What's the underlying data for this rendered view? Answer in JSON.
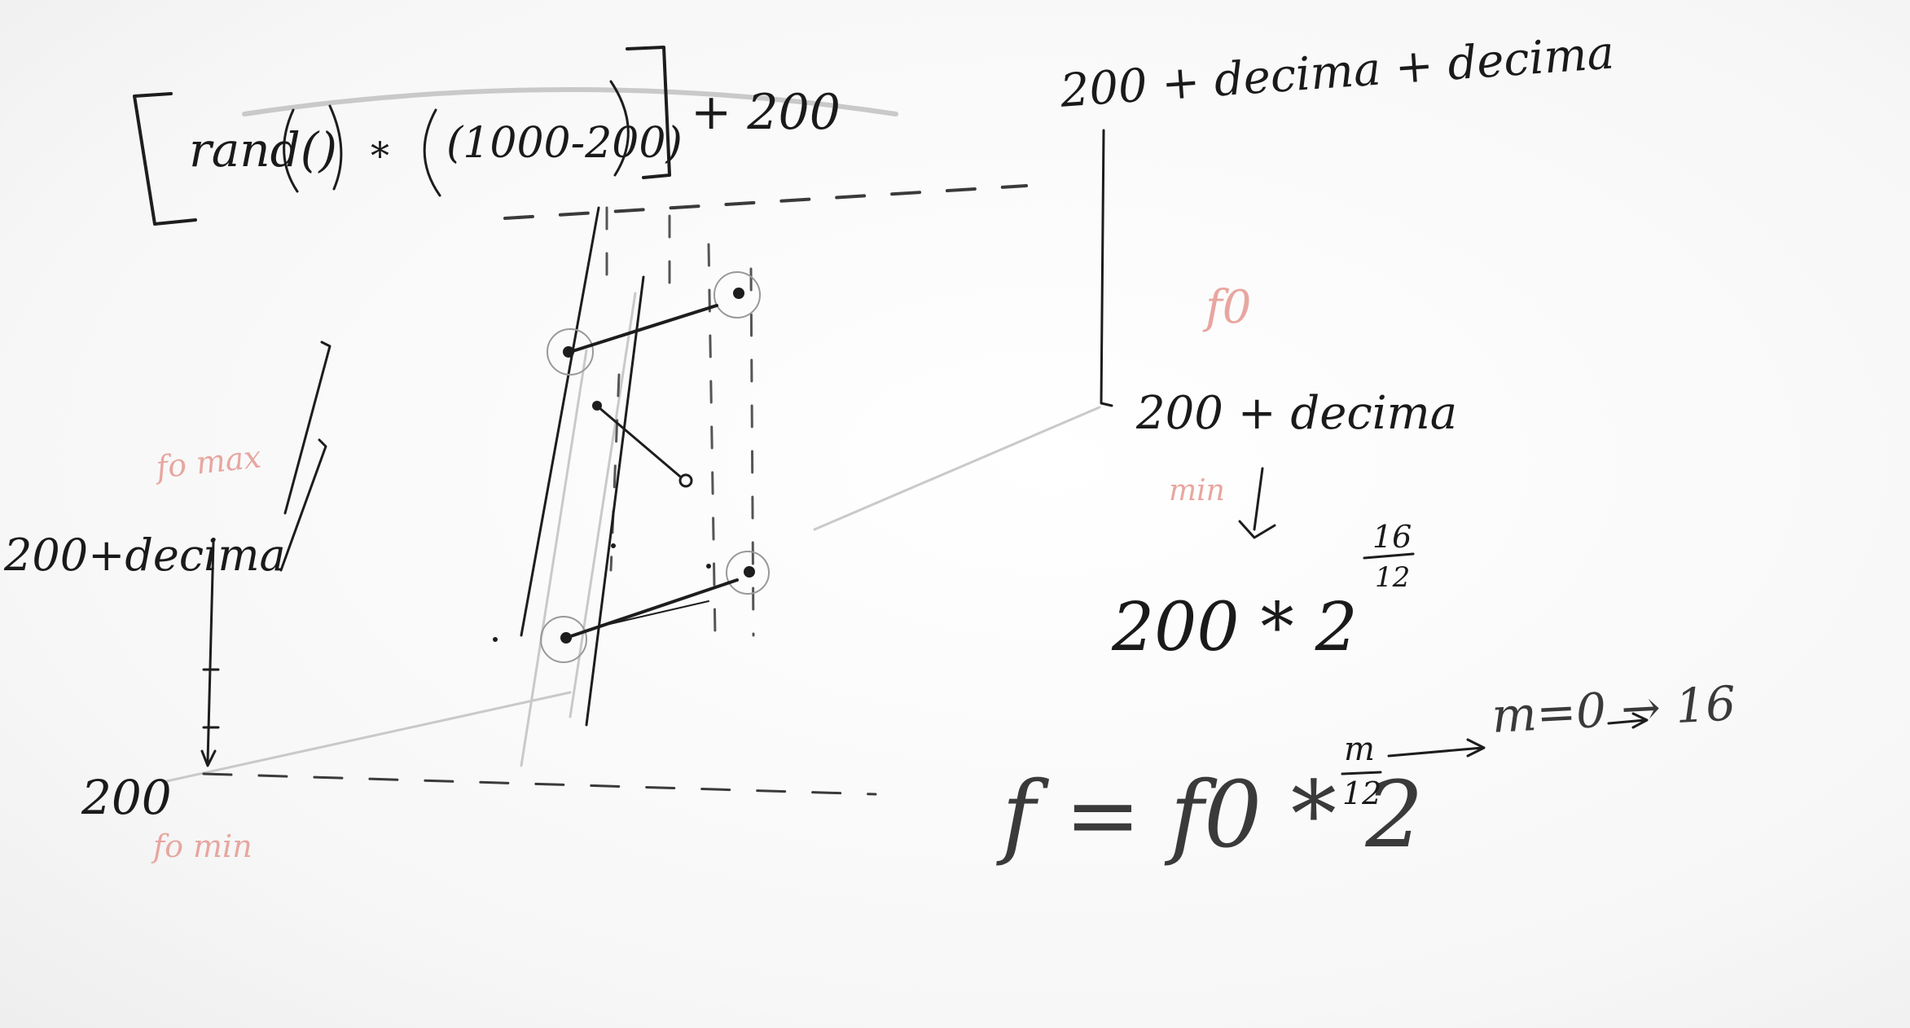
{
  "formula_top": {
    "part1": "rand()",
    "part2": "*",
    "part3": "(1000-200)",
    "part4": "+ 200"
  },
  "annotations": {
    "top_right": "200 + decima + decima",
    "f0": "f0",
    "mid_right": "200 + decima",
    "min_red": "min",
    "left_value": "200+decima",
    "fmax_red": "fo max",
    "bottom_left": "200",
    "fomin_red": "fo min"
  },
  "power_expr": {
    "base": "200 * 2",
    "exp_num": "16",
    "exp_den": "12"
  },
  "main_formula": {
    "lhs": "f = f0 * 2",
    "exp_num": "m",
    "exp_den": "12",
    "range": "m=0 → 16"
  },
  "colors": {
    "ink": "#1d1d1d",
    "red_marker": "#e8a6a0"
  }
}
